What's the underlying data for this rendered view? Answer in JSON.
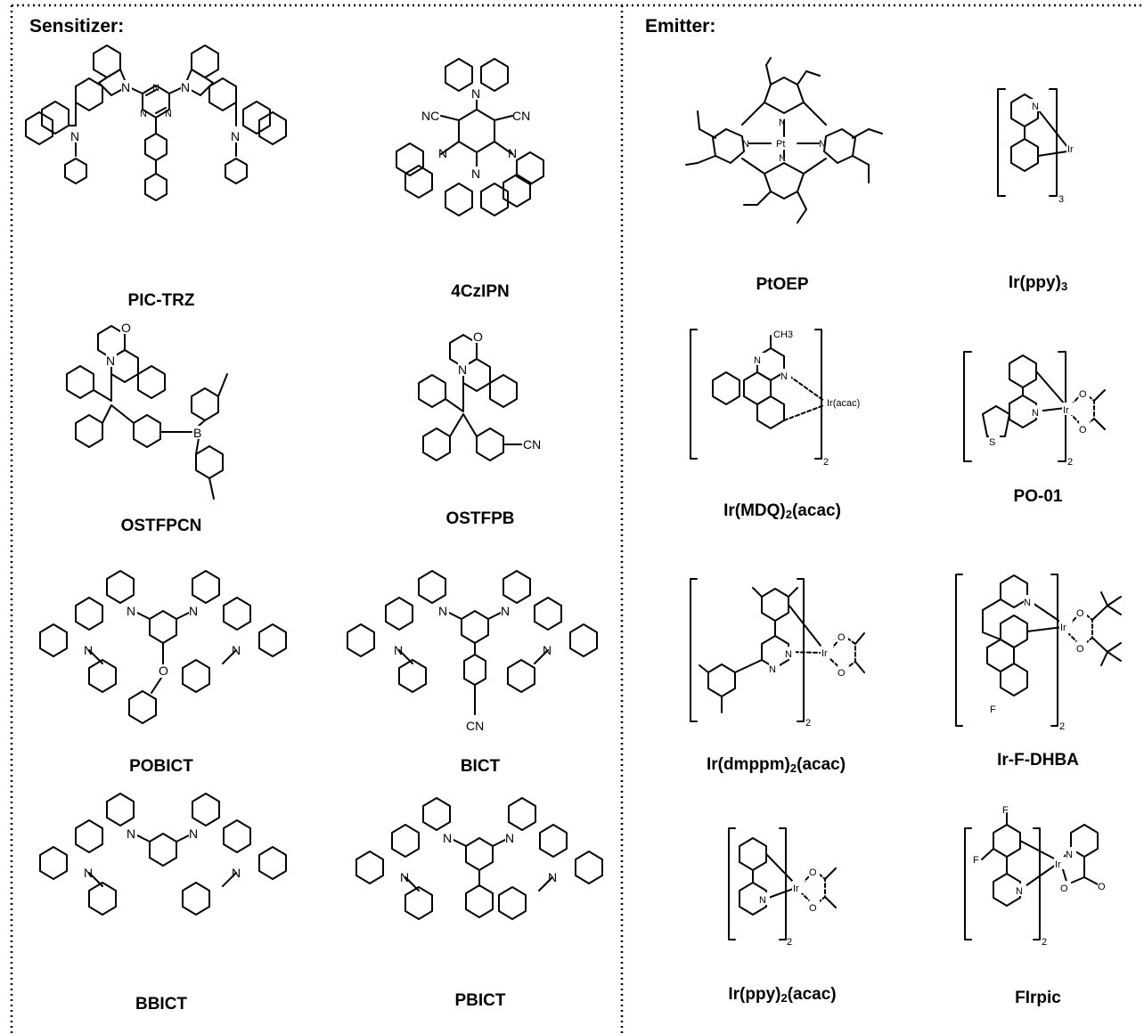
{
  "panels": {
    "sensitizer": {
      "heading": "Sensitizer:",
      "molecules": [
        {
          "name": "PIC-TRZ"
        },
        {
          "name": "4CzIPN"
        },
        {
          "name": "OSTFPCN"
        },
        {
          "name": "OSTFPB"
        },
        {
          "name": "POBICT"
        },
        {
          "name": "BICT"
        },
        {
          "name": "BBICT"
        },
        {
          "name": "PBICT"
        }
      ]
    },
    "emitter": {
      "heading": "Emitter:",
      "molecules": [
        {
          "name": "PtOEP"
        },
        {
          "name_main": "Ir(ppy)",
          "name_sub": "3"
        },
        {
          "name_main": "Ir(MDQ)",
          "name_sub": "2",
          "name_tail": "(acac)"
        },
        {
          "name": "PO-01"
        },
        {
          "name_main": "Ir(dmppm)",
          "name_sub": "2",
          "name_tail": "(acac)"
        },
        {
          "name": "Ir-F-DHBA"
        },
        {
          "name_main": "Ir(ppy)",
          "name_sub": "2",
          "name_tail": "(acac)"
        },
        {
          "name": "FIrpic"
        }
      ]
    }
  },
  "atom_labels": {
    "N": "N",
    "O": "O",
    "B": "B",
    "S": "S",
    "F": "F",
    "Pt": "Pt",
    "Ir": "Ir",
    "CN": "CN",
    "NC": "NC",
    "CH3": "CH3",
    "Ir_acac": "Ir(acac)",
    "sub2": "2",
    "sub3": "3"
  }
}
